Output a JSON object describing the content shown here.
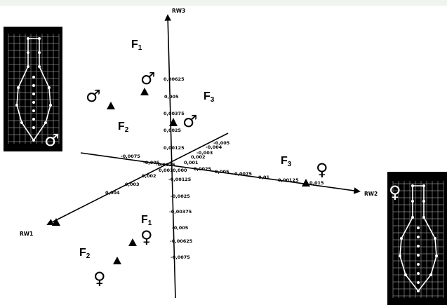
{
  "axes": {
    "rw3": {
      "label": "RW3",
      "ticks": [
        "0,00625",
        "0,005",
        "0,00375",
        "0,0025",
        "0,00125",
        "-0,00125",
        "-0,0025",
        "-0,00375",
        "-0,005",
        "-0,00625",
        "-0,0075"
      ]
    },
    "rw2": {
      "label": "RW2",
      "ticks": [
        "0,0025",
        "0,005",
        "0,0075",
        "0,01",
        "0,00125",
        "0,015"
      ]
    },
    "rw1": {
      "label": "RW1",
      "ticks": [
        "-0,0075",
        "-0,005",
        "-0,0025",
        "0,001",
        "0,002",
        "0,003",
        "0,004"
      ]
    },
    "depth": {
      "ticks": [
        "0,001",
        "0,002",
        "-0,003",
        "-0,004",
        "-0,005",
        "0,000"
      ]
    }
  },
  "groups": {
    "f1_male": {
      "letter": "F",
      "sub": "1"
    },
    "f2_male": {
      "letter": "F",
      "sub": "2"
    },
    "f3_male": {
      "letter": "F",
      "sub": "3"
    },
    "f3_female": {
      "letter": "F",
      "sub": "3"
    },
    "f1_female": {
      "letter": "F",
      "sub": "1"
    },
    "f2_female": {
      "letter": "F",
      "sub": "2"
    }
  },
  "symbols": {
    "male": "♂",
    "female": "♀"
  },
  "colors": {
    "ink": "#000000",
    "panel": "#000000",
    "mesh": "#ffffff"
  }
}
